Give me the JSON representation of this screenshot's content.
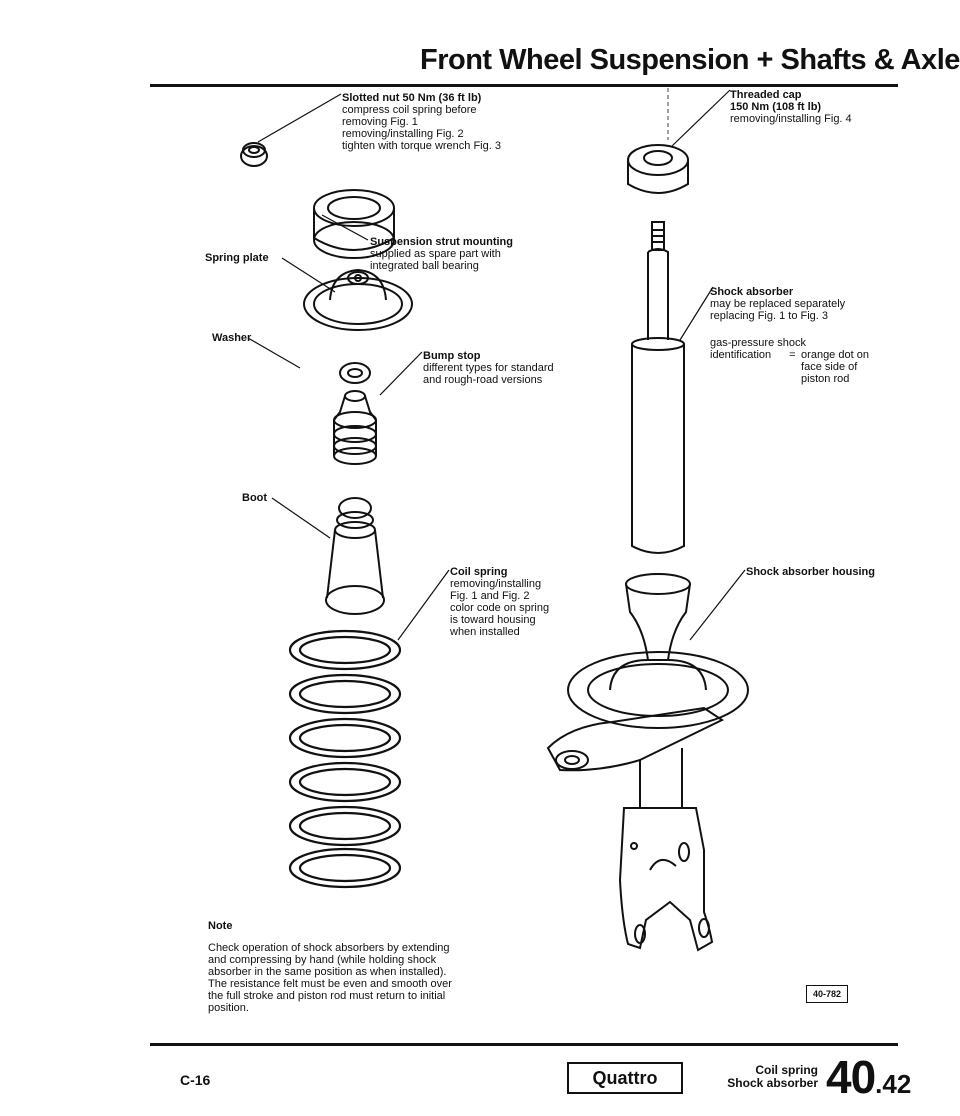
{
  "header": {
    "title": "Front Wheel Suspension + Shafts & Axle"
  },
  "callouts": {
    "slotted_nut": {
      "title": "Slotted nut 50 Nm (36 ft lb)",
      "lines": [
        "compress coil spring before",
        "removing Fig. 1",
        "removing/installing Fig. 2",
        "tighten with torque wrench Fig. 3"
      ]
    },
    "threaded_cap": {
      "title": "Threaded cap",
      "lines": [
        "150 Nm (108 ft lb)",
        "removing/installing Fig. 4"
      ]
    },
    "strut_mounting": {
      "title": "Suspension strut mounting",
      "lines": [
        "supplied as spare part with",
        "integrated ball bearing"
      ]
    },
    "shock_absorber": {
      "title": "Shock absorber",
      "lines": [
        "may be replaced separately",
        "replacing Fig. 1 to Fig. 3"
      ]
    },
    "gas_pressure": {
      "key1": "gas-pressure shock",
      "key2": "identification",
      "eq": "=",
      "value_lines": [
        "orange dot on",
        "face side of",
        "piston rod"
      ]
    },
    "bump_stop": {
      "title": "Bump stop",
      "lines": [
        "different types for standard",
        "and rough-road versions"
      ]
    },
    "coil_spring": {
      "title": "Coil spring",
      "lines": [
        "removing/installing",
        "Fig. 1 and Fig. 2",
        "color code on spring",
        "is toward housing",
        "when installed"
      ]
    },
    "shock_housing": {
      "title": "Shock absorber housing"
    }
  },
  "labels": {
    "spring_plate": "Spring plate",
    "washer": "Washer",
    "boot": "Boot"
  },
  "note": {
    "title": "Note",
    "lines": [
      "Check operation of shock absorbers by extending",
      "and compressing by hand (while holding shock",
      "absorber in the same position as when installed).",
      "The resistance felt must be even and smooth over",
      "the full stroke and piston rod must return to initial",
      "position."
    ]
  },
  "figure_ref": "40-782",
  "footer": {
    "page": "C-16",
    "model": "Quattro",
    "topics": [
      "Coil spring",
      "Shock absorber"
    ],
    "section_major": "40",
    "section_minor": ".42"
  }
}
